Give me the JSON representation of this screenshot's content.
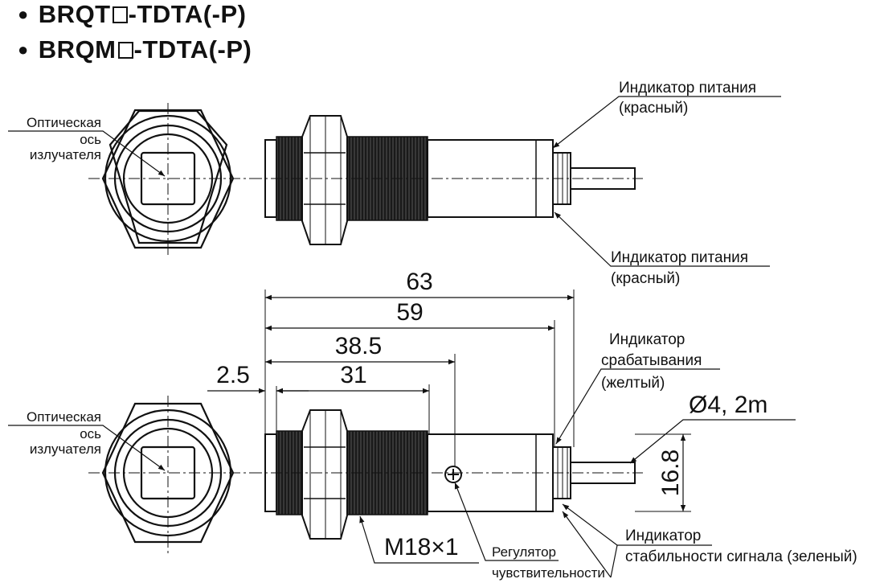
{
  "header": {
    "line1": {
      "prefix": "BRQT",
      "suffix": "-TDTA(-P)"
    },
    "line2": {
      "prefix": "BRQM",
      "suffix": "-TDTA(-P)"
    },
    "bullet": "●"
  },
  "top_view": {
    "optical_axis": {
      "line1": "Оптическая",
      "line2": "ось",
      "line3": "излучателя"
    },
    "indicator_top": {
      "line1": "Индикатор питания",
      "line2": "(красный)"
    },
    "indicator_bottom": {
      "line1": "Индикатор питания",
      "line2": "(красный)"
    }
  },
  "bottom_view": {
    "optical_axis": {
      "line1": "Оптическая",
      "line2": "ось",
      "line3": "излучателя"
    },
    "dimensions": {
      "d63": "63",
      "d59": "59",
      "d38_5": "38.5",
      "d31": "31",
      "d2_5": "2.5",
      "d16_8": "16.8"
    },
    "cable": "Ø4, 2m",
    "thread": "M18×1",
    "operation_indicator": {
      "line1": "Индикатор",
      "line2": "срабатывания",
      "line3": "(желтый)"
    },
    "sensitivity": {
      "line1": "Регулятор",
      "line2": "чувствительности"
    },
    "stability_indicator": {
      "line1": "Индикатор",
      "line2": "стабильности сигнала (зеленый)"
    }
  }
}
